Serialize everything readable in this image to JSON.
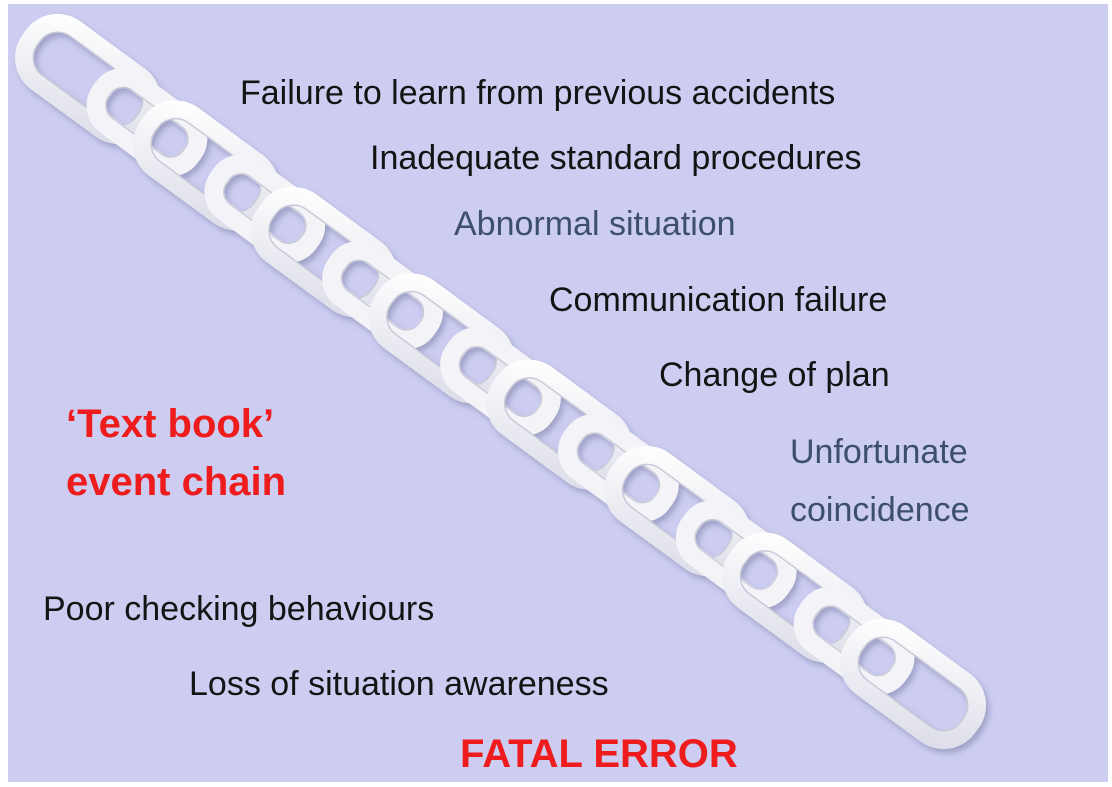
{
  "title": {
    "line1": "‘Text book’",
    "line2": "event chain"
  },
  "chain_items": [
    "Failure to learn from previous accidents",
    "Inadequate standard procedures",
    "Abnormal situation",
    "Communication failure",
    "Change of plan",
    "Unfortunate",
    "coincidence",
    "Poor checking behaviours",
    "Loss of situation awareness"
  ],
  "outcome": "FATAL ERROR",
  "colors": {
    "background": "#cccdf1",
    "dark_text": "#141414",
    "slate_text": "#3c4f6d",
    "accent_red": "#ee1c1c",
    "chain_link": "#f4f4f8"
  },
  "chain_links": {
    "count": 15,
    "icon": "chain-link-icon"
  }
}
